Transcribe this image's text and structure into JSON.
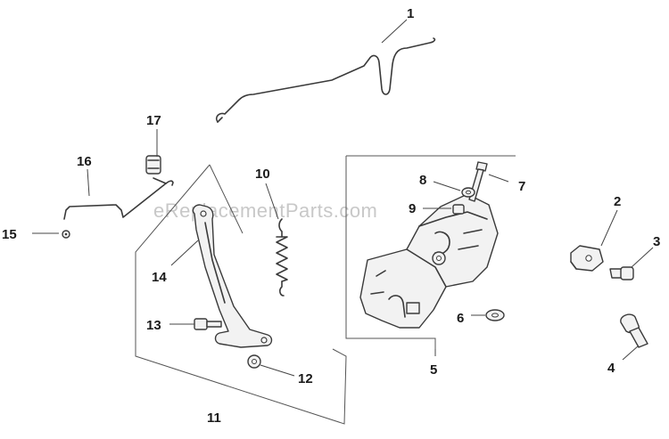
{
  "watermark": "eReplacementParts.com",
  "callouts": [
    "1",
    "2",
    "3",
    "4",
    "5",
    "6",
    "7",
    "8",
    "9",
    "10",
    "11",
    "12",
    "13",
    "14",
    "15",
    "16",
    "17"
  ]
}
